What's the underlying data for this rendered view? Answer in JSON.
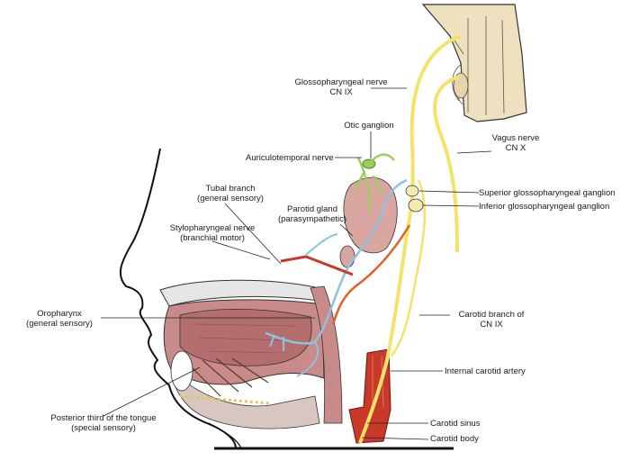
{
  "labels": {
    "glossopharyngeal": {
      "line1": "Glossopharyngeal nerve",
      "line2": "CN IX"
    },
    "otic_ganglion": "Otic ganglion",
    "vagus": {
      "line1": "Vagus nerve",
      "line2": "CN X"
    },
    "auriculotemporal": "Auriculotemporal nerve",
    "tubal_branch": {
      "line1": "Tubal branch",
      "line2": "(general sensory)"
    },
    "parotid_gland": {
      "line1": "Parotid gland",
      "line2": "(parasympathetic)"
    },
    "superior_ganglion": "Superior glossopharyngeal ganglion",
    "inferior_ganglion": "Inferior glossopharyngeal ganglion",
    "stylopharyngeal": {
      "line1": "Stylopharyngeal nerve",
      "line2": "(branchial motor)"
    },
    "oropharynx": {
      "line1": "Oropharynx",
      "line2": "(general sensory)"
    },
    "carotid_branch": {
      "line1": "Carotid branch of",
      "line2": "CN IX"
    },
    "internal_carotid": "Internal carotid artery",
    "posterior_tongue": {
      "line1": "Posterior third of the tongue",
      "line2": "(special sensory)"
    },
    "carotid_sinus": "Carotid sinus",
    "carotid_body": "Carotid body"
  },
  "colors": {
    "nerve_yellow": "#f2e36b",
    "nerve_green": "#9ccf5a",
    "nerve_blue": "#8ec3e0",
    "nerve_orange": "#e0612a",
    "artery_red": "#c8392a",
    "gland_pink": "#d9a7a0",
    "mucosa": "#c98a8a",
    "brainstem": "#efe0bf"
  }
}
